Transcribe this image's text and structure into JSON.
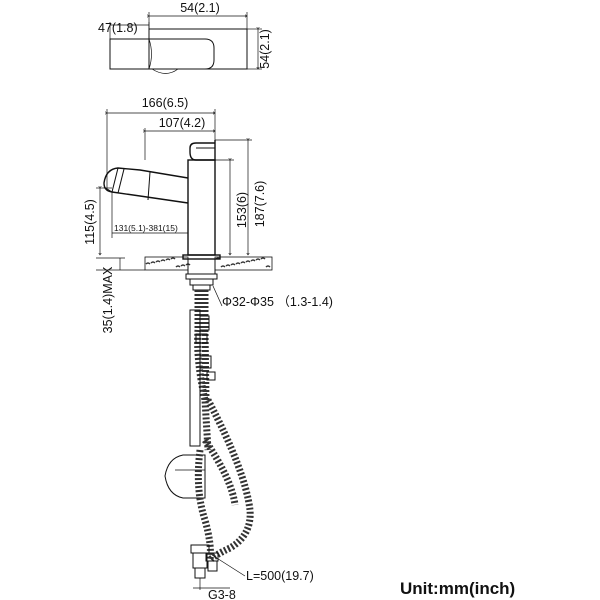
{
  "top_view": {
    "width_label": "54(2.1)",
    "depth_label": "54(2.1)",
    "handle_label": "47(1.8)"
  },
  "side_view": {
    "overall_width_label": "166(6.5)",
    "spout_reach_label": "107(4.2)",
    "spout_height_label": "153(6)",
    "overall_height_label": "187(7.6)",
    "aerator_height_label": "115(4.5)",
    "pullout_range_label": "131(5.1)-381(15)",
    "deck_thickness_label": "35(1.4)MAX",
    "hole_diameter_label": "Φ32-Φ35 （1.3-1.4)"
  },
  "hose": {
    "length_label": "L=500(19.7)",
    "connector_label": "G3-8"
  },
  "unit_label": "Unit:mm(inch)"
}
